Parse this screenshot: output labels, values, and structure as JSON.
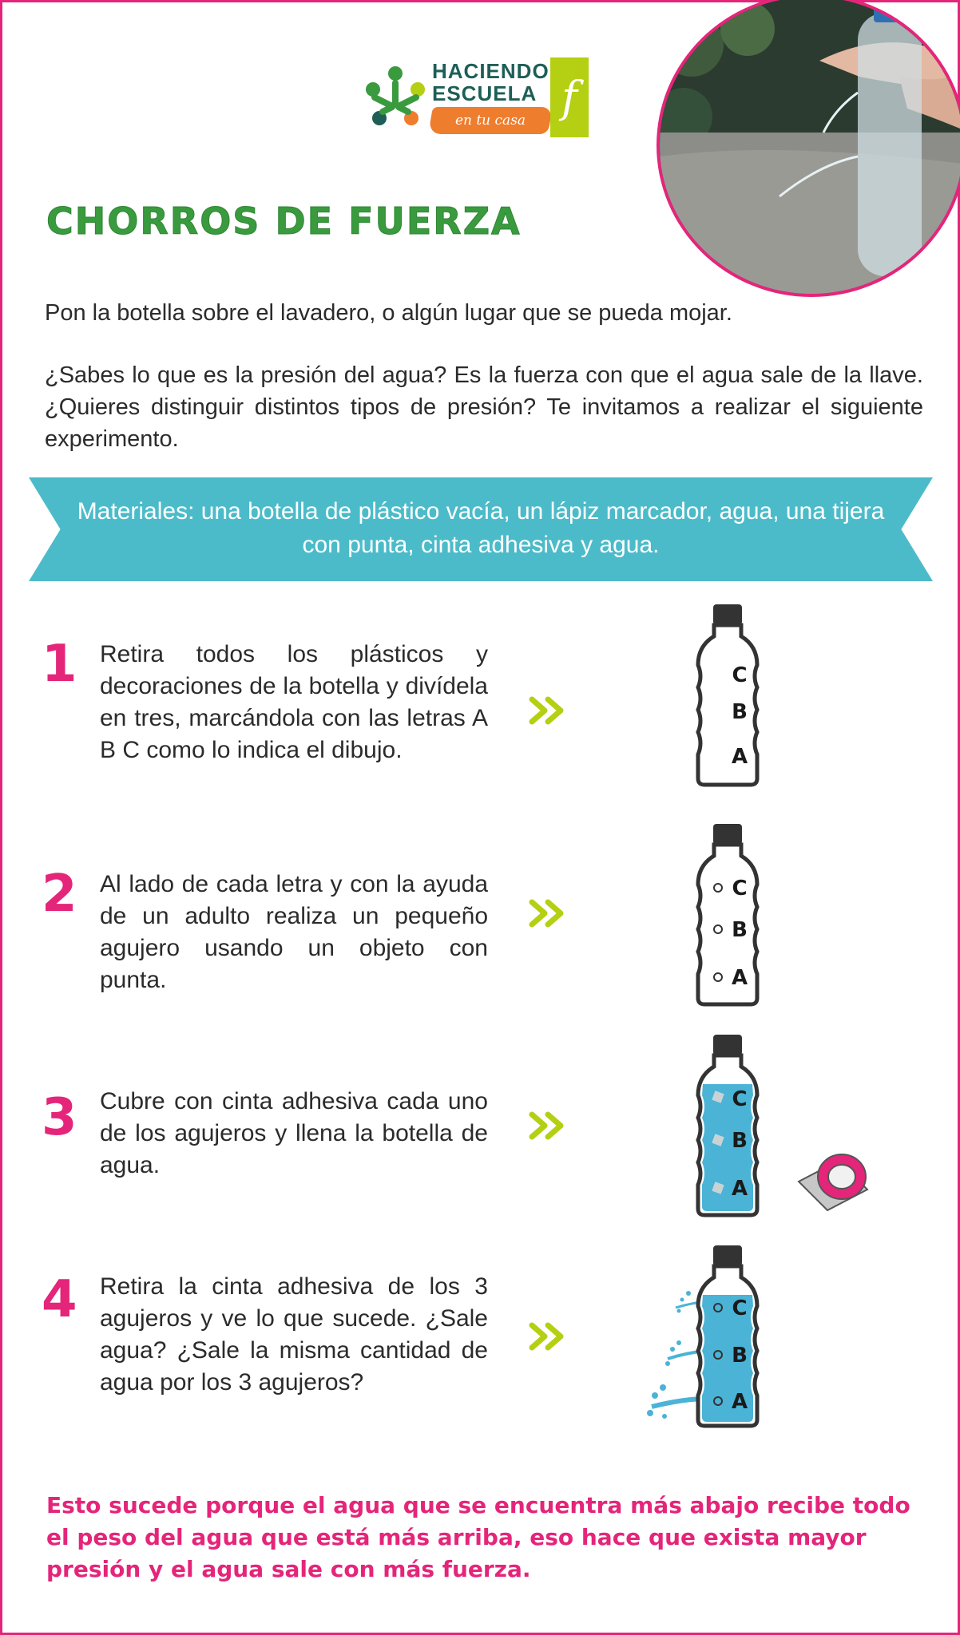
{
  "logo": {
    "line1": "HACIENDO",
    "line2": "ESCUELA",
    "tagline": "en tu casa",
    "brand_letter": "f",
    "colors": {
      "text": "#1d5f56",
      "brush": "#ee7d2e",
      "brand": "#b5cf12",
      "figures": [
        "#3a9a3e",
        "#ee7d2e",
        "#b5cf12",
        "#1d5f56"
      ]
    }
  },
  "photo": {
    "icon": "water-bottle-photo"
  },
  "title": "CHORROS DE FUERZA",
  "intro": {
    "p1": "Pon la botella sobre el lavadero, o algún lugar que se pueda mojar.",
    "p2": "¿Sabes lo que es la presión del agua? Es la fuerza con que el agua sale de la llave. ¿Quieres distinguir distintos tipos de presión? Te invitamos a realizar el siguiente experimento."
  },
  "banner": {
    "text": "Materiales: una botella de plástico vacía, un lápiz marcador, agua, una tijera con punta, cinta adhesiva y agua.",
    "color": "#4cbbc9"
  },
  "steps": [
    {
      "number": "1",
      "text": "Retira todos los plásticos y decoraciones de la botella y divídela en tres, marcándola con las letras A B C como lo indica el dibujo."
    },
    {
      "number": "2",
      "text": "Al lado de cada letra y con la ayuda de un adulto realiza un pequeño agujero usando un objeto con punta."
    },
    {
      "number": "3",
      "text": "Cubre con cinta adhesiva cada uno de los agujeros y llena la botella de agua."
    },
    {
      "number": "4",
      "text": "Retira la cinta adhesiva de los 3 agujeros y ve lo que sucede. ¿Sale agua? ¿Sale la misma cantidad de agua por los 3 agujeros?"
    }
  ],
  "bottle_labels": {
    "top": "C",
    "middle": "B",
    "bottom": "A"
  },
  "closing": "Esto sucede porque el agua que se encuentra más abajo recibe todo el peso del agua que está más arriba, eso hace que exista mayor presión y el agua sale con más fuerza.",
  "accent_colors": {
    "pink": "#e4257a",
    "green": "#3a9a3e",
    "lime": "#b5cf12",
    "water": "#4ab3d6"
  }
}
